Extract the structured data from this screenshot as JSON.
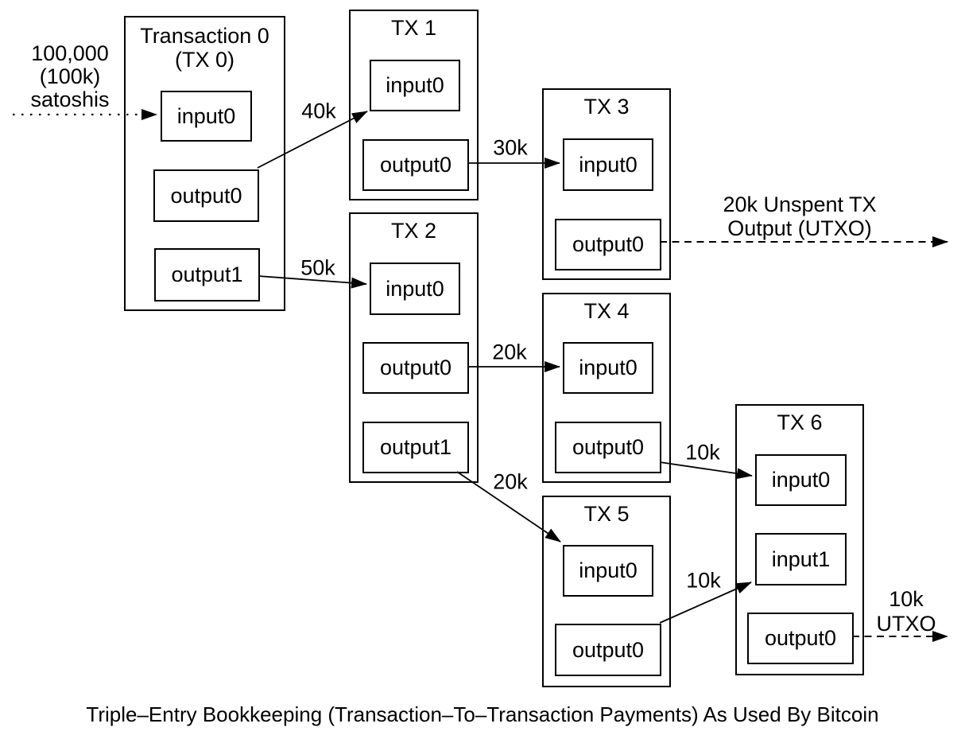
{
  "annotations": {
    "coinbase": {
      "line1": "100,000",
      "line2": "(100k)",
      "line3": "satoshis"
    },
    "utxo_tx3": {
      "line1": "20k Unspent TX",
      "line2": "Output (UTXO)"
    },
    "utxo_tx6": {
      "line1": "10k",
      "line2": "UTXO"
    }
  },
  "flow_labels": {
    "tx0_to_tx1": "40k",
    "tx0_to_tx2": "50k",
    "tx1_to_tx3": "30k",
    "tx2_to_tx4": "20k",
    "tx2_to_tx5": "20k",
    "tx4_to_tx6": "10k",
    "tx5_to_tx6": "10k"
  },
  "transactions": {
    "tx0": {
      "title_line1": "Transaction 0",
      "title_line2": "(TX 0)",
      "input0": "input0",
      "output0": "output0",
      "output1": "output1"
    },
    "tx1": {
      "title": "TX 1",
      "input0": "input0",
      "output0": "output0"
    },
    "tx2": {
      "title": "TX 2",
      "input0": "input0",
      "output0": "output0",
      "output1": "output1"
    },
    "tx3": {
      "title": "TX 3",
      "input0": "input0",
      "output0": "output0"
    },
    "tx4": {
      "title": "TX 4",
      "input0": "input0",
      "output0": "output0"
    },
    "tx5": {
      "title": "TX 5",
      "input0": "input0",
      "output0": "output0"
    },
    "tx6": {
      "title": "TX 6",
      "input0": "input0",
      "input1": "input1",
      "output0": "output0"
    }
  },
  "caption": "Triple–Entry Bookkeeping (Transaction–To–Transaction Payments) As Used By Bitcoin"
}
